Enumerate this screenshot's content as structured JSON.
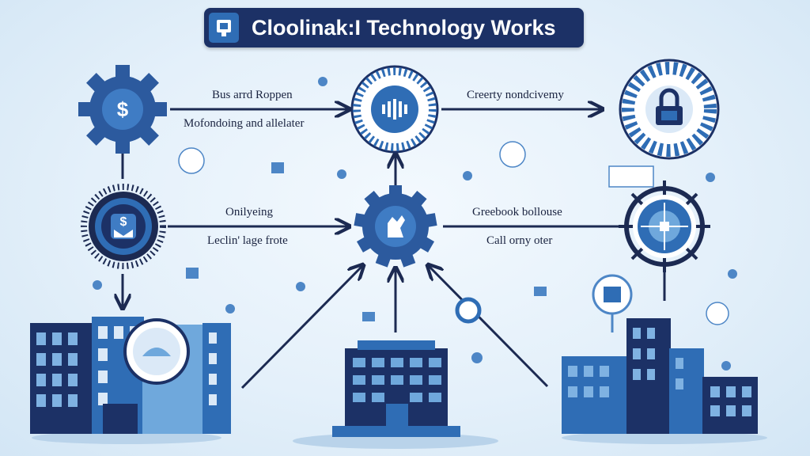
{
  "title": "Cloolinak:I Technology Works",
  "labels": {
    "top_left_1": "Bus arrd Roppen",
    "top_left_2": "Mofondoing and allelater",
    "top_right_1": "Creerty nondcivemy",
    "mid_left_1": "Onilyeing",
    "mid_left_2": "Leclin' lage frote",
    "mid_right_1": "Greebook bollouse",
    "mid_right_2": "Call orny oter"
  },
  "icons": {
    "top_left": "dollar-gear-icon",
    "top_center": "signal-wave-circle-icon",
    "top_right": "padlock-circle-icon",
    "mid_left": "cloud-server-gear-icon",
    "center": "hand-gear-icon",
    "mid_right": "compass-wheel-icon",
    "bottom_left": "office-building-icon",
    "bottom_center": "apartment-building-icon",
    "bottom_right": "city-buildings-icon"
  },
  "colors": {
    "navy": "#1c3166",
    "blue": "#2f6db5",
    "light_blue": "#6fa8dc",
    "background": "#e4f0fa"
  }
}
